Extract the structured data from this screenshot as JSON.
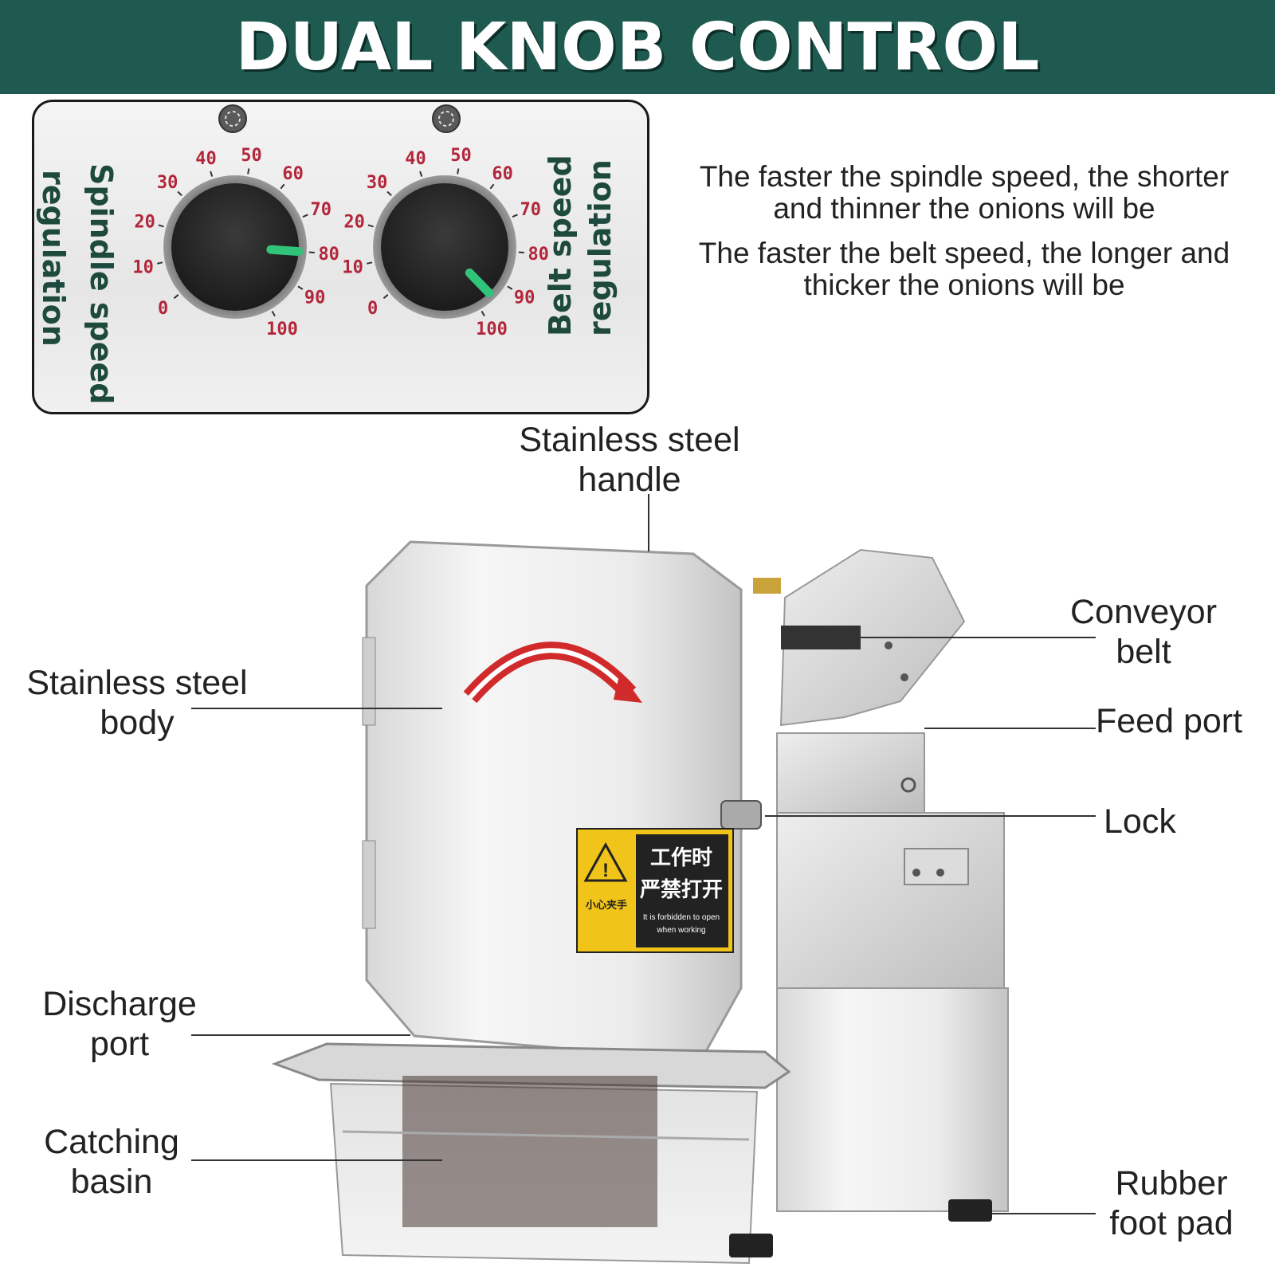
{
  "banner": {
    "title": "DUAL KNOB CONTROL"
  },
  "control_panel": {
    "left_label": {
      "line1": "Spindle speed",
      "line2": "regulation"
    },
    "right_label": {
      "line1": "Belt speed",
      "line2": "regulation"
    },
    "scale": [
      "0",
      "10",
      "20",
      "30",
      "40",
      "50",
      "60",
      "70",
      "80",
      "90",
      "100"
    ],
    "spindle_knob_value": 80,
    "belt_knob_value": 95,
    "pointer_color": "#2fc47a"
  },
  "descriptions": [
    {
      "line1": "The faster the spindle speed, the shorter",
      "line2": "and thinner the onions will be"
    },
    {
      "line1": "The faster the belt speed, the longer and",
      "line2": "thicker the onions will be"
    }
  ],
  "callouts": {
    "handle": {
      "line1": "Stainless steel",
      "line2": "handle"
    },
    "body": {
      "line1": "Stainless steel",
      "line2": "body"
    },
    "discharge": {
      "line1": "Discharge",
      "line2": "port"
    },
    "basin": {
      "line1": "Catching",
      "line2": "basin"
    },
    "conveyor": {
      "line1": "Conveyor",
      "line2": "belt"
    },
    "feed": {
      "line1": "Feed port"
    },
    "lock": {
      "line1": "Lock"
    },
    "foot": {
      "line1": "Rubber",
      "line2": "foot pad"
    }
  },
  "warning_label": {
    "cn_line1": "工作时",
    "cn_line2": "严禁打开",
    "cn_small": "小心夹手",
    "en_line1": "It is forbidden to open",
    "en_line2": "when working"
  }
}
